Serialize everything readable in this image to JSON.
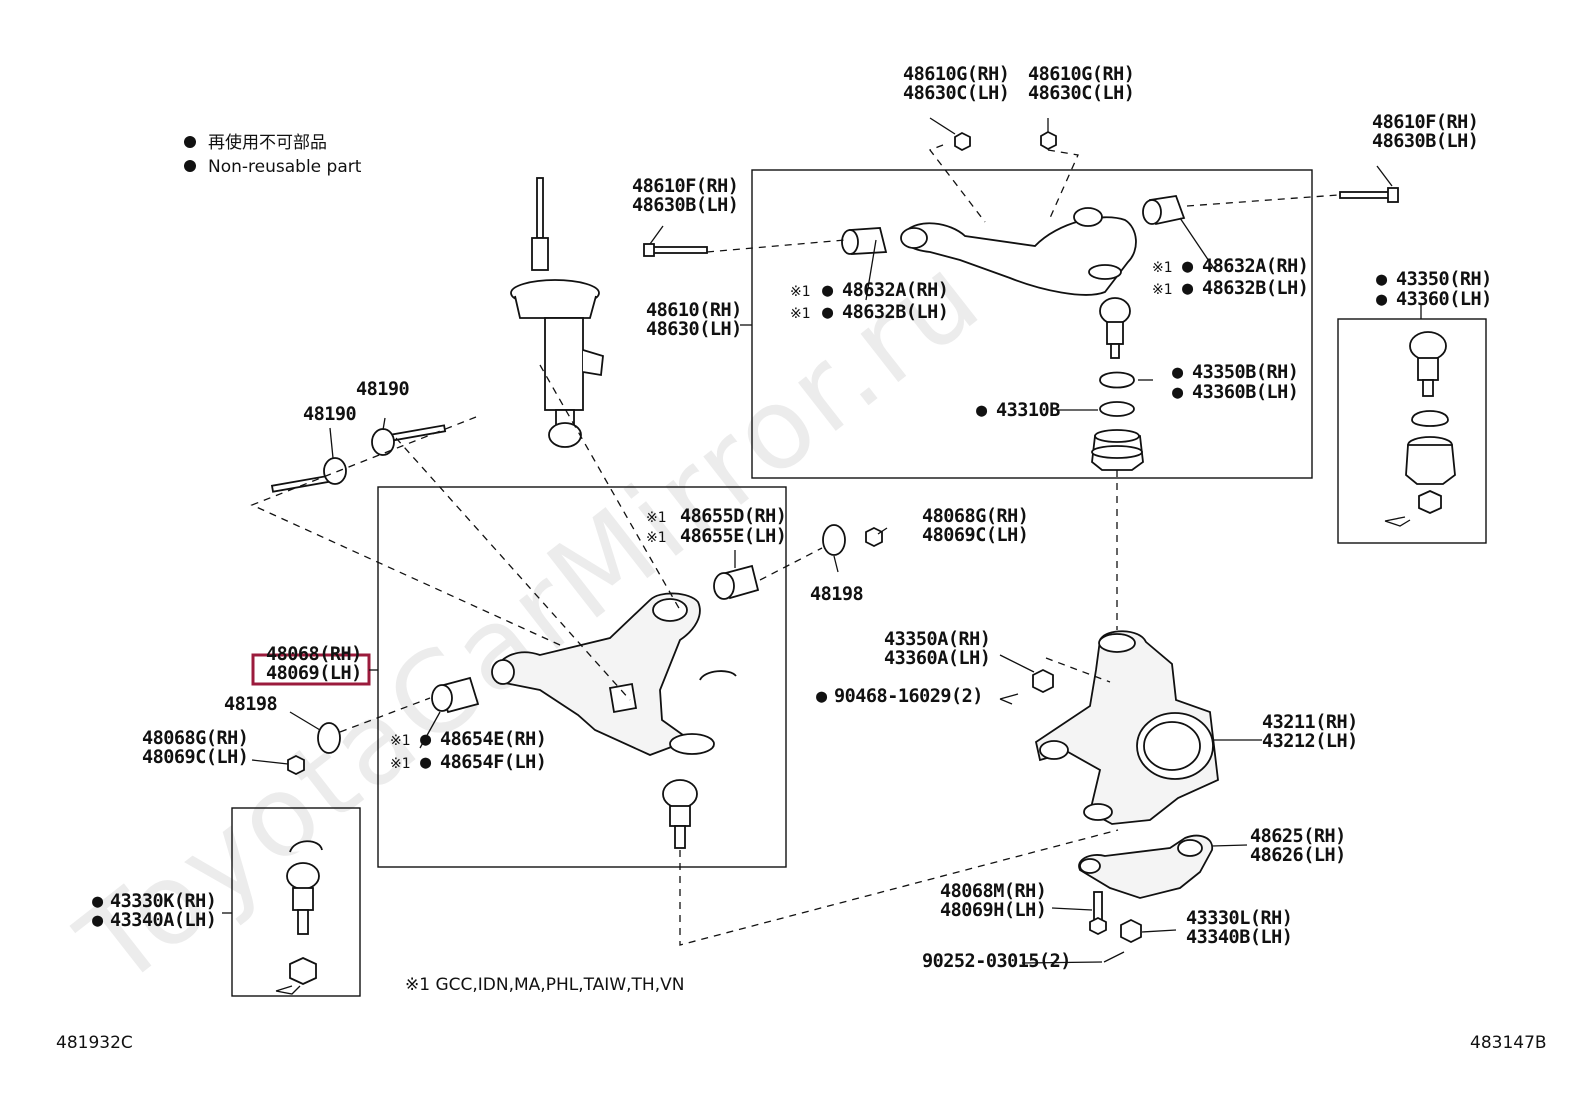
{
  "watermark": "ToyotaCarMirror.ru",
  "legend": {
    "line_jp": "再使用不可部品",
    "line_en": "Non-reusable part"
  },
  "footnote": "※1 GCC,IDN,MA,PHL,TAIW,TH,VN",
  "codes": {
    "left": "481932C",
    "right": "483147B"
  },
  "labels": {
    "l01": "48610G(RH)",
    "l02": "48630C(LH)",
    "l03": "48610G(RH)",
    "l04": "48630C(LH)",
    "l05": "48610F(RH)",
    "l06": "48630B(LH)",
    "l07": "48610F(RH)",
    "l08": "48630B(LH)",
    "l09": "48632A(RH)",
    "l10": "48632B(LH)",
    "l11": "48632A(RH)",
    "l12": "48632B(LH)",
    "l13": "48610(RH)",
    "l14": "48630(LH)",
    "l15": "43350(RH)",
    "l16": "43360(LH)",
    "l17": "43350B(RH)",
    "l18": "43360B(LH)",
    "l19": "43310B",
    "l20": "48190",
    "l21": "48190",
    "l22": "48655D(RH)",
    "l23": "48655E(LH)",
    "l24": "48068G(RH)",
    "l25": "48069C(LH)",
    "l26": "48198",
    "l27": "48068(RH)",
    "l28": "48069(LH)",
    "l29": "48198",
    "l30": "48068G(RH)",
    "l31": "48069C(LH)",
    "l32": "48654E(RH)",
    "l33": "48654F(LH)",
    "l34": "43350A(RH)",
    "l35": "43360A(LH)",
    "l36": "90468-16029(2)",
    "l37": "43211(RH)",
    "l38": "43212(LH)",
    "l39": "48625(RH)",
    "l40": "48626(LH)",
    "l41": "48068M(RH)",
    "l42": "48069H(LH)",
    "l43": "43330L(RH)",
    "l44": "43340B(LH)",
    "l45": "90252-03015(2)",
    "l46": "43330K(RH)",
    "l47": "43340A(LH)"
  },
  "marks": {
    "dot": "●",
    "note": "※1"
  },
  "highlight_color": "#9b1b3c"
}
